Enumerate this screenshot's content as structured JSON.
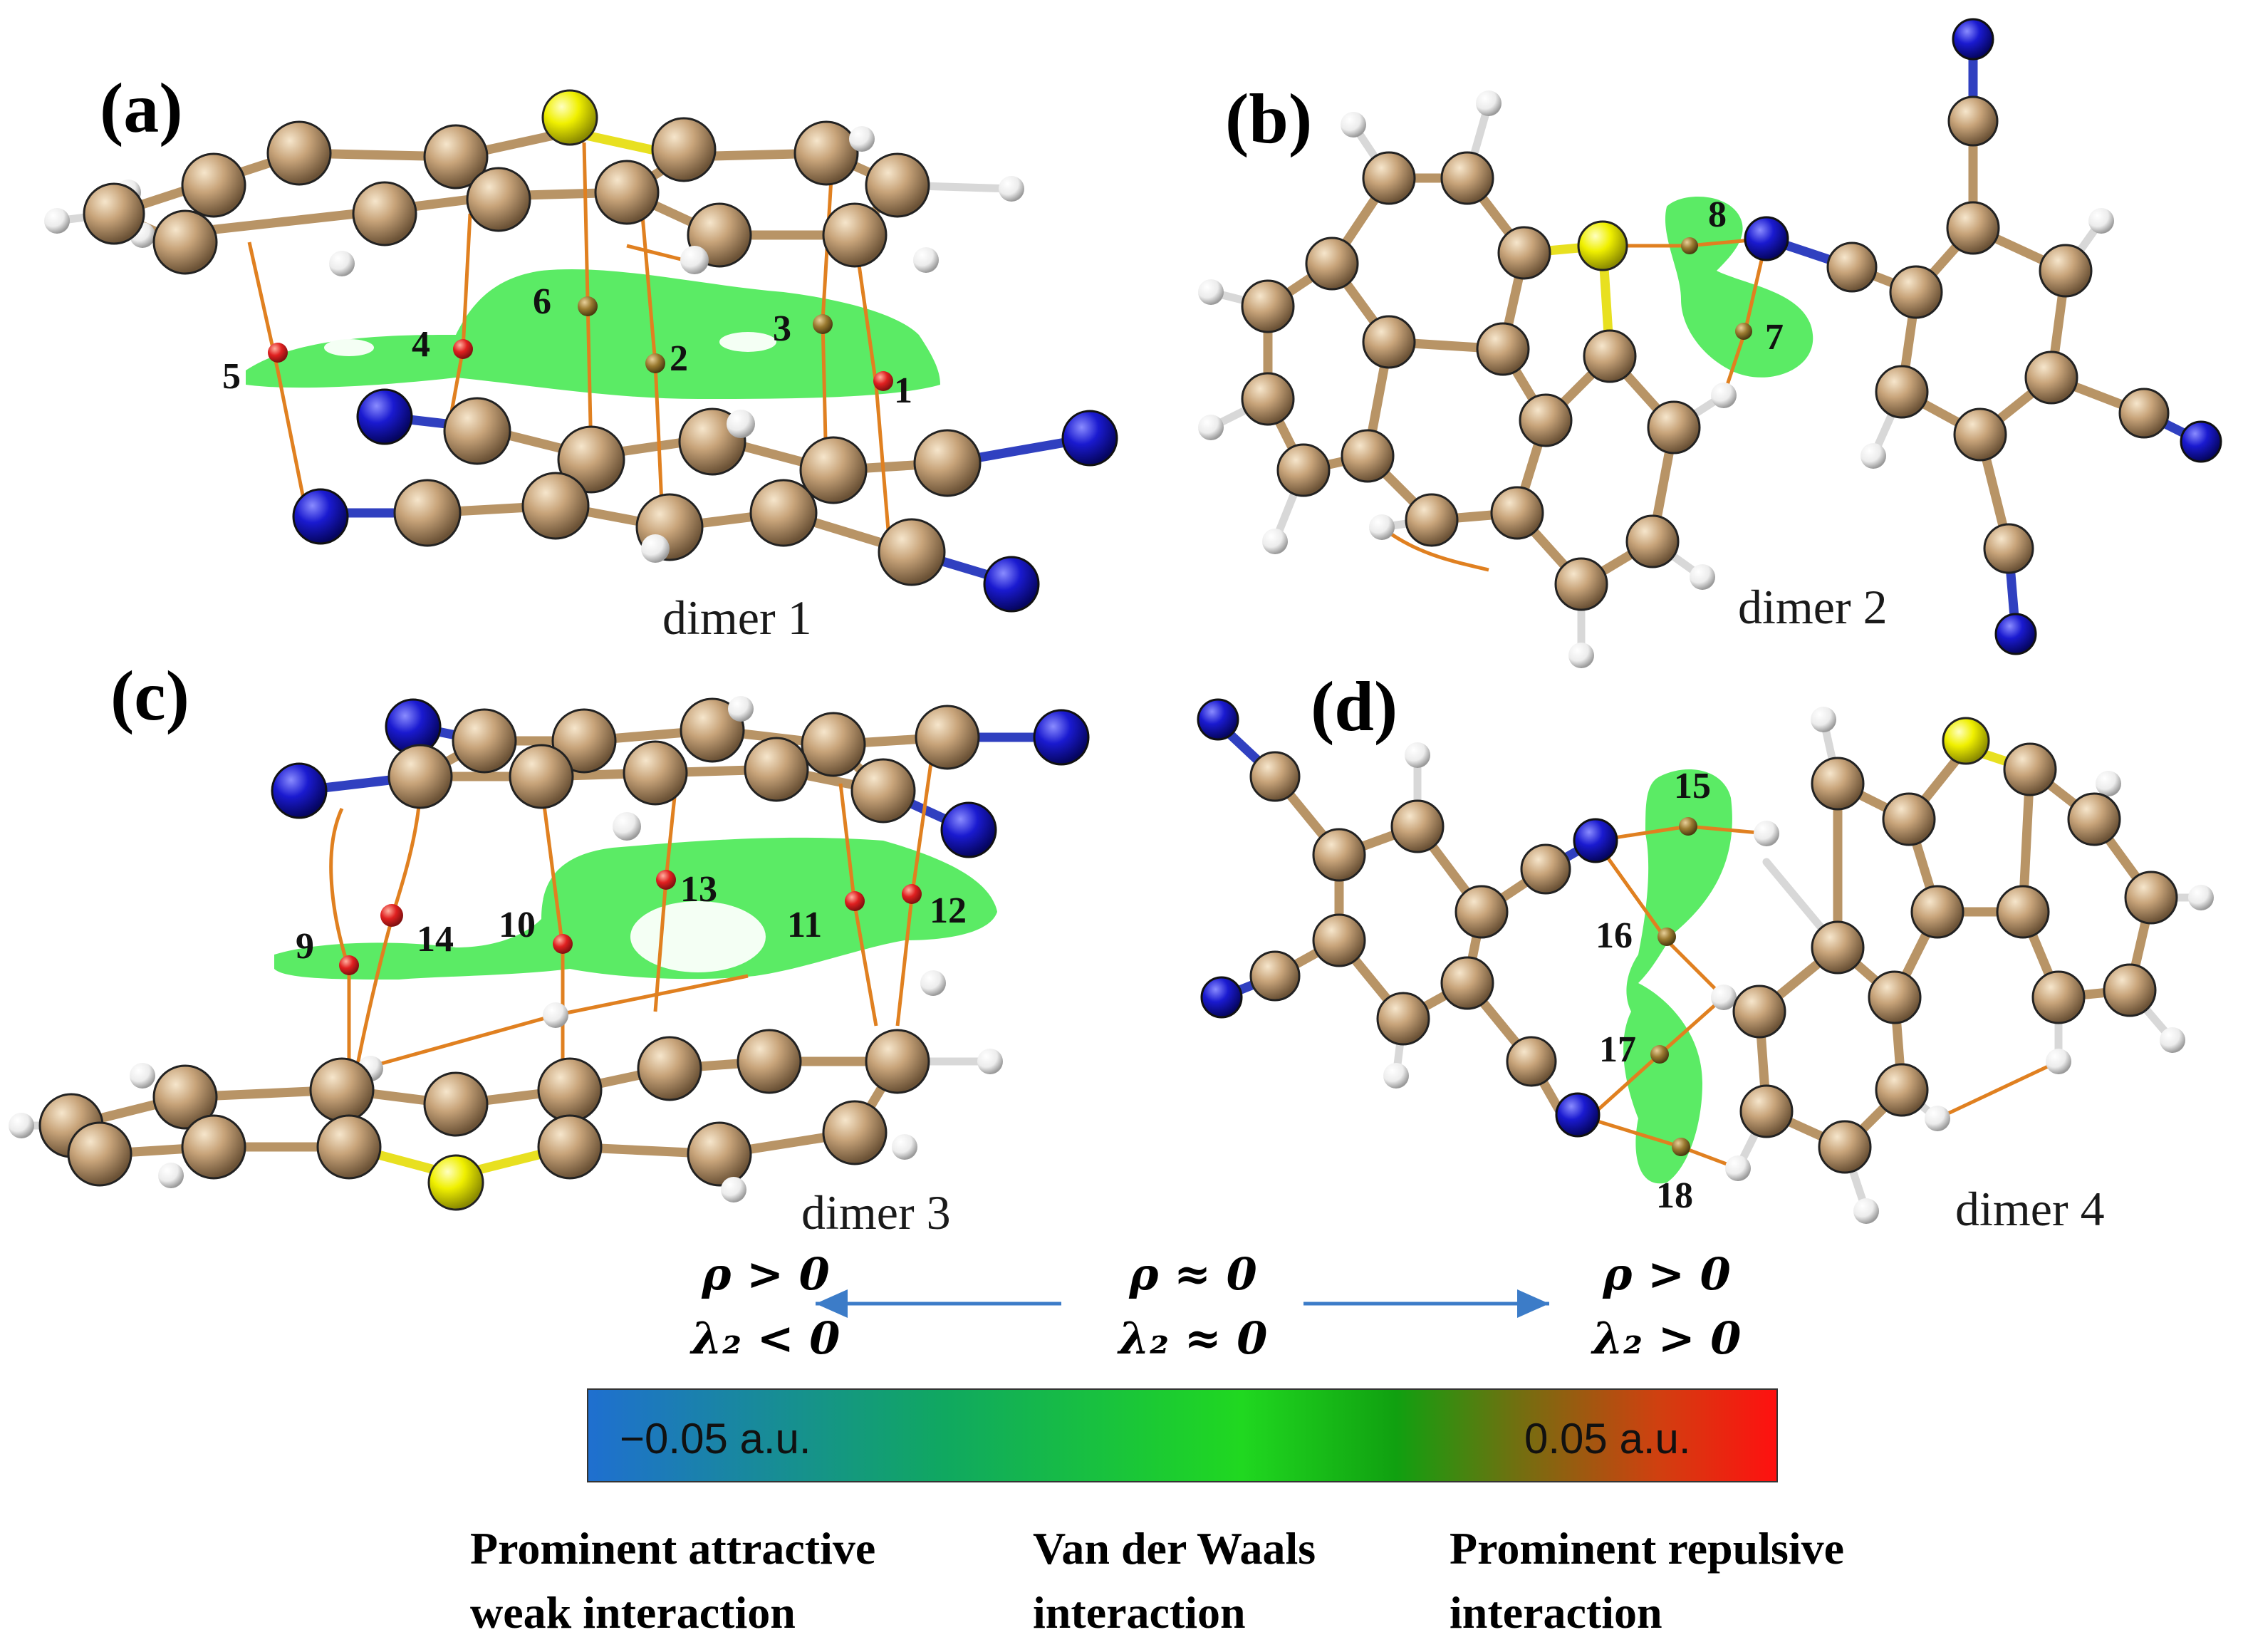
{
  "panels": [
    {
      "label": "(a)",
      "dimer": "dimer 1",
      "bcps": [
        "1",
        "2",
        "3",
        "4",
        "5",
        "6"
      ]
    },
    {
      "label": "(b)",
      "dimer": "dimer 2",
      "bcps": [
        "7",
        "8"
      ]
    },
    {
      "label": "(c)",
      "dimer": "dimer 3",
      "bcps": [
        "9",
        "10",
        "11",
        "12",
        "13",
        "14"
      ]
    },
    {
      "label": "(d)",
      "dimer": "dimer 4",
      "bcps": [
        "15",
        "16",
        "17",
        "18"
      ]
    }
  ],
  "legend": {
    "left_rho": "ρ > 0",
    "left_lambda": "λ₂ < 0",
    "center_rho": "ρ ≈ 0",
    "center_lambda": "λ₂ ≈ 0",
    "right_rho": "ρ > 0",
    "right_lambda": "λ₂ > 0",
    "colorbar_min": "−0.05 a.u.",
    "colorbar_max": "0.05 a.u.",
    "cat_attractive_1": "Prominent attractive",
    "cat_attractive_2": "weak interaction",
    "cat_vdw_1": "Van der Waals",
    "cat_vdw_2": "interaction",
    "cat_repulsive_1": "Prominent repulsive",
    "cat_repulsive_2": "interaction"
  },
  "colors": {
    "carbon": "#c8a47a",
    "nitrogen": "#1a1ad0",
    "sulfur": "#f0f000",
    "hydrogen": "#f0f0f0",
    "isosurface": "#3ee84a",
    "bond_path": "#e08020",
    "bcp": "#e02020",
    "arrow": "#3c7cc8",
    "colorbar_blue": "#1f6fd0",
    "colorbar_green": "#20d020",
    "colorbar_red": "#ff1010"
  }
}
